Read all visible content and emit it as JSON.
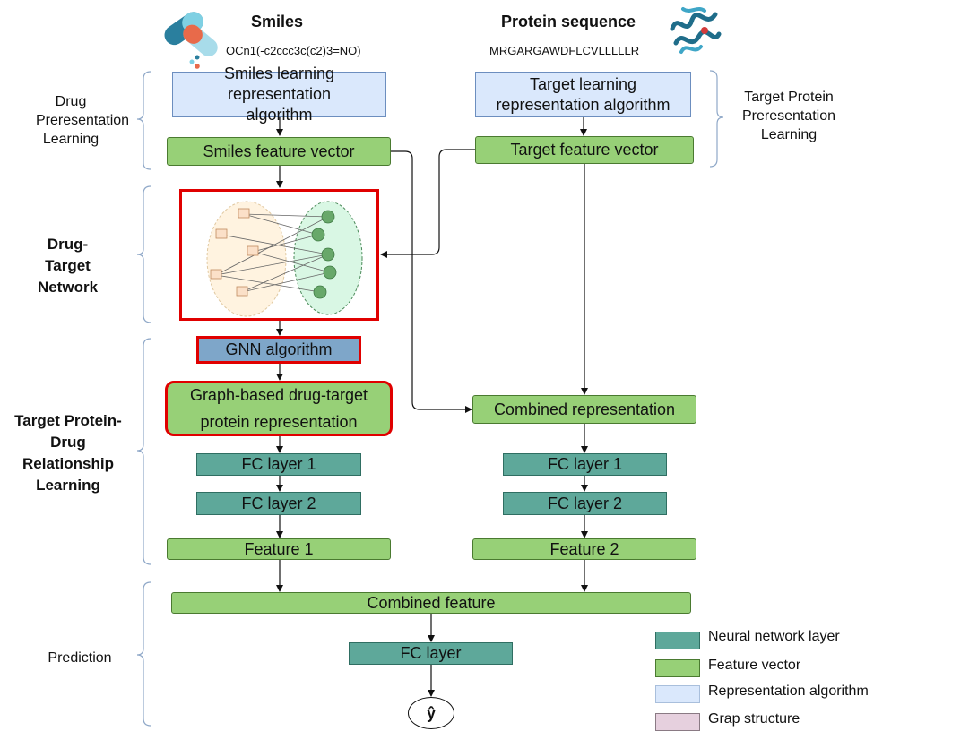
{
  "header": {
    "smiles_title": "Smiles",
    "smiles_string": "OCn1(-c2ccc3c(c2)3=NO)",
    "protein_title": "Protein sequence",
    "protein_string": "MRGARGAWDFLCVLLLLLR"
  },
  "side_labels": {
    "drug_rep": "Drug Preresentation Learning",
    "target_rep": "Target Protein Preresentation Learning",
    "network": "Drug-Target Network",
    "relationship": "Target Protein-Drug Relationship Learning",
    "prediction": "Prediction"
  },
  "boxes": {
    "smiles_algo": "Smiles learning representation algorithm",
    "target_algo": "Target learning representation algorithm",
    "smiles_vec": "Smiles feature vector",
    "target_vec": "Target feature vector",
    "gnn": "GNN algorithm",
    "graph_rep": "Graph-based drug-target protein representation",
    "combined_rep": "Combined representation",
    "fc1_left": "FC layer 1",
    "fc2_left": "FC layer 2",
    "fc1_right": "FC layer 1",
    "fc2_right": "FC layer 2",
    "feature1": "Feature 1",
    "feature2": "Feature 2",
    "combined_feature": "Combined feature",
    "fc_layer": "FC layer",
    "output": "ŷ"
  },
  "legend": [
    {
      "label": "Neural network layer",
      "color": "#5ea89a"
    },
    {
      "label": "Feature vector",
      "color": "#97d077"
    },
    {
      "label": "Representation algorithm",
      "color": "#dae8fc"
    },
    {
      "label": "Grap structure",
      "color": "#e6d0de"
    }
  ],
  "icons": [
    "pills-icon",
    "protein-structure-icon"
  ]
}
